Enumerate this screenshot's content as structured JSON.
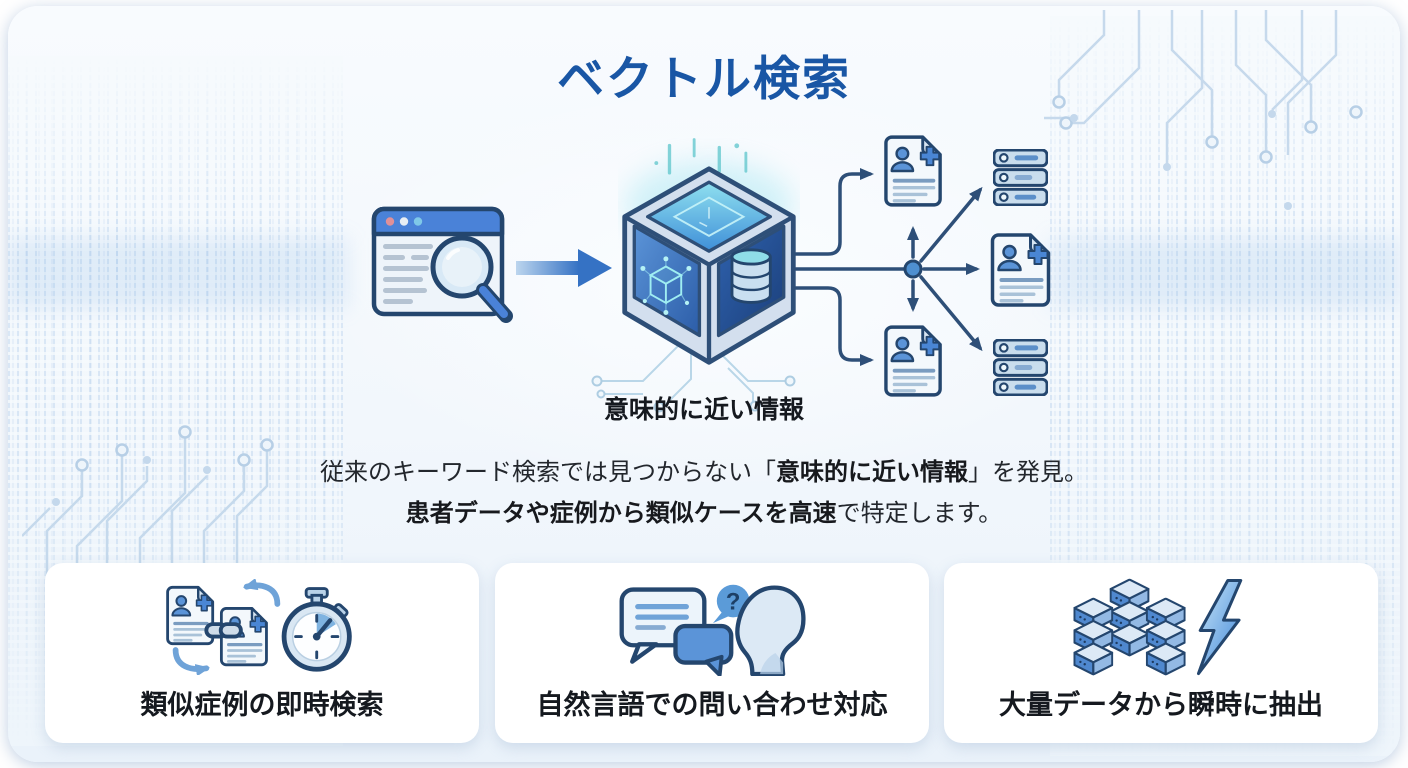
{
  "slide": {
    "title": "ベクトル検索"
  },
  "diagram": {
    "caption": "意味的に近い情報",
    "nodes": {
      "browser": "browser-window-with-magnifier",
      "cube": "vector-database-cube",
      "documents": "patient-record-documents",
      "servers": "database-server-stacks",
      "hub": "branch-hub-node"
    }
  },
  "description": {
    "line1": {
      "pre": "従来のキーワード検索では見つからない「",
      "em": "意味的に近い情報",
      "post": "」を発見。"
    },
    "line2": {
      "em": "患者データや症例から類似ケースを高速",
      "post": "で特定します。"
    }
  },
  "cards": [
    {
      "label": "類似症例の即時検索",
      "icons": [
        "linked-patient-documents-icon",
        "stopwatch-icon"
      ]
    },
    {
      "label": "自然言語での問い合わせ対応",
      "icons": [
        "chat-bubbles-question-icon",
        "person-profile-icon"
      ]
    },
    {
      "label": "大量データから瞬時に抽出",
      "icons": [
        "data-cube-stack-icon",
        "lightning-bolt-icon"
      ]
    }
  ],
  "icons": {
    "question_mark": "?"
  },
  "colors": {
    "title_blue": "#1956a5",
    "outline_navy": "#24466e",
    "accent_blue": "#4a86d4",
    "light_blue": "#cfe2f1",
    "glow_cyan": "#7fdcec",
    "text_dark": "#15191f",
    "card_bg": "#ffffff"
  }
}
